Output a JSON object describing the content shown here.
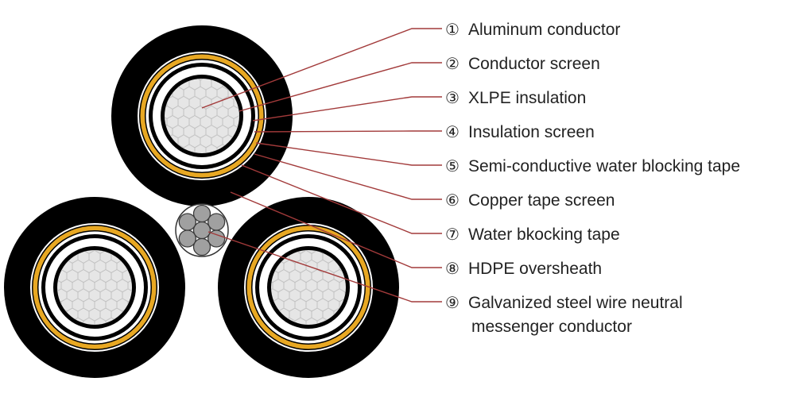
{
  "components": [
    {
      "number": "①",
      "label": "Aluminum conductor"
    },
    {
      "number": "②",
      "label": "Conductor screen"
    },
    {
      "number": "③",
      "label": "XLPE insulation"
    },
    {
      "number": "④",
      "label": "Insulation screen"
    },
    {
      "number": "⑤",
      "label": "Semi-conductive water blocking tape"
    },
    {
      "number": "⑥",
      "label": "Copper tape screen"
    },
    {
      "number": "⑦",
      "label": "Water bkocking tape"
    },
    {
      "number": "⑧",
      "label": "HDPE oversheath"
    },
    {
      "number": "⑨",
      "label": "Galvanized steel wire neutral",
      "label_line2": "messenger conductor"
    }
  ],
  "colors": {
    "sheath": "#000000",
    "copper_tape": "#e8a823",
    "conductor": "#e6e6e6",
    "leader": "#a23a3a",
    "messenger_wire": "#a0a0a0"
  }
}
